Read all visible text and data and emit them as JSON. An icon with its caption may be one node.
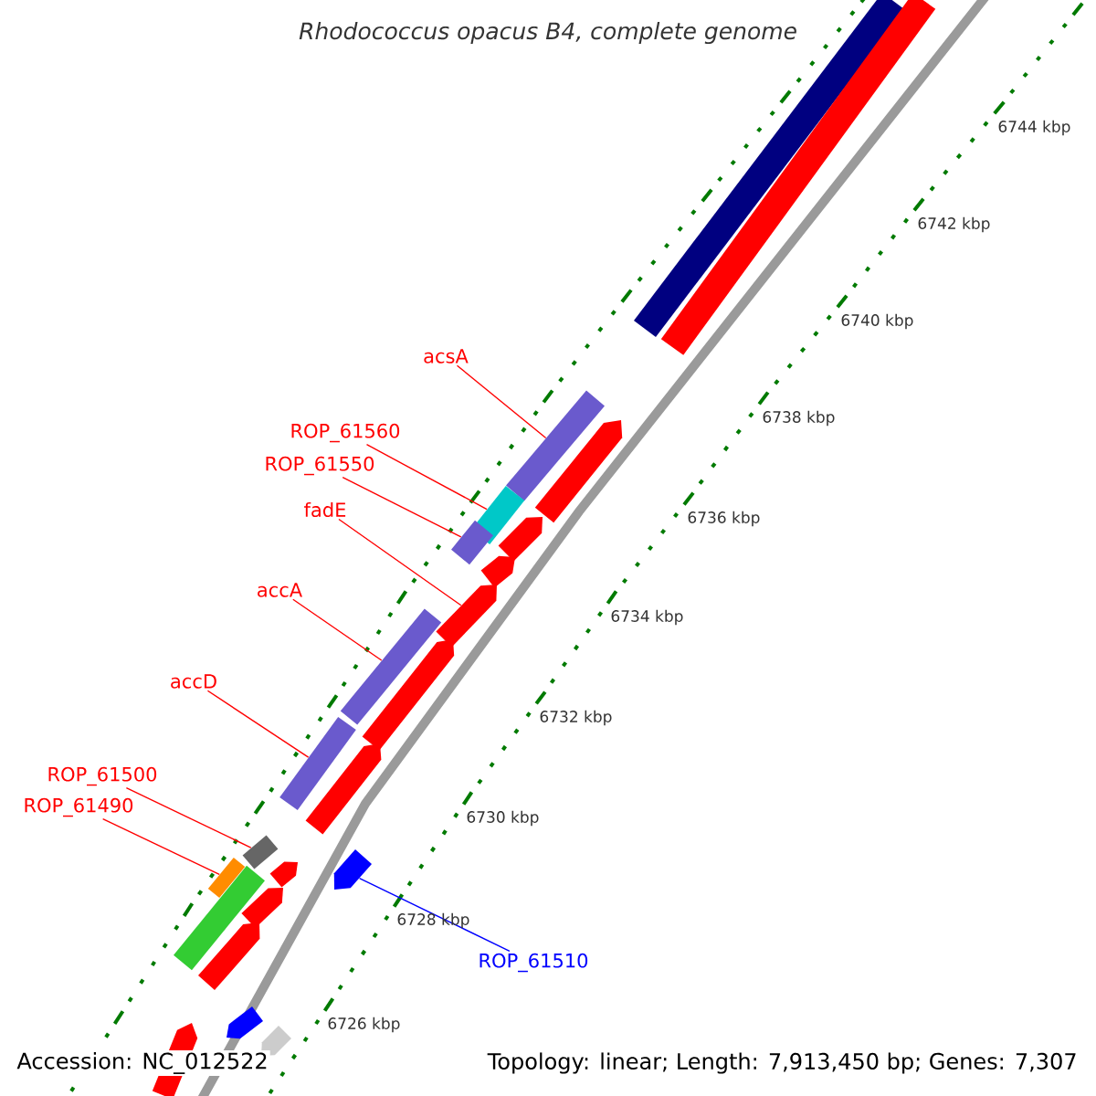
{
  "diagram": {
    "title": "Rhodococcus opacus B4, complete genome",
    "nodes": [
      {
        "text": [
          "acsA"
        ]
      },
      {
        "text": [
          "ROP_61560"
        ]
      },
      {
        "text": [
          "ROP_61550"
        ]
      },
      {
        "text": [
          "fadE"
        ]
      },
      {
        "text": [
          "accA"
        ]
      },
      {
        "text": [
          "accD"
        ]
      },
      {
        "text": [
          "ROP_61500"
        ]
      },
      {
        "text": [
          "ROP_61490"
        ]
      },
      {
        "text": [
          "ROP_61510"
        ]
      },
      {
        "text": [],
        "shape": "bar"
      },
      {
        "text": [],
        "shape": "bar"
      },
      {
        "text": [],
        "shape": "bar"
      },
      {
        "text": [],
        "shape": "pentagon"
      },
      {
        "text": [],
        "shape": "bar"
      },
      {
        "text": [],
        "shape": "bar"
      },
      {
        "text": [],
        "shape": "bar"
      },
      {
        "text": [],
        "shape": "bar"
      },
      {
        "text": [],
        "shape": "pentagon"
      },
      {
        "text": [],
        "shape": "bar"
      },
      {
        "text": [],
        "shape": "bar"
      },
      {
        "text": [],
        "shape": "pentagon"
      },
      {
        "text": [],
        "shape": "pentagon"
      },
      {
        "text": [],
        "shape": "pentagon"
      },
      {
        "text": [],
        "shape": "pentagon"
      },
      {
        "text": [],
        "shape": "pentagon"
      },
      {
        "text": [],
        "shape": "bar"
      },
      {
        "text": [],
        "shape": "pentagon"
      },
      {
        "text": [],
        "shape": "pentagon"
      },
      {
        "text": [],
        "shape": "pentagon"
      },
      {
        "text": [],
        "shape": "pentagon"
      },
      {
        "text": [],
        "shape": "pentagon"
      },
      {
        "text": [],
        "shape": "pentagon"
      }
    ],
    "edges": [
      {
        "from": 0,
        "to": 9,
        "arrow": "none"
      },
      {
        "from": 1,
        "to": 10,
        "arrow": "none"
      },
      {
        "from": 2,
        "to": 11,
        "arrow": "none"
      },
      {
        "from": 3,
        "to": 12,
        "arrow": "none"
      },
      {
        "from": 4,
        "to": 13,
        "arrow": "none"
      },
      {
        "from": 5,
        "to": 14,
        "arrow": "none"
      },
      {
        "from": 6,
        "to": 15,
        "arrow": "none"
      },
      {
        "from": 7,
        "to": 16,
        "arrow": "none"
      },
      {
        "from": 8,
        "to": 17,
        "arrow": "none",
        "color": "#0000ff"
      }
    ],
    "labels": [
      "6744 kbp",
      "6742 kbp",
      "6740 kbp",
      "6738 kbp",
      "6736 kbp",
      "6734 kbp",
      "6732 kbp",
      "6730 kbp",
      "6728 kbp",
      "6726 kbp",
      "Accession: NC_012522",
      "Topology: linear; Length: 7,913,450 bp; Genes: 7,307"
    ]
  }
}
